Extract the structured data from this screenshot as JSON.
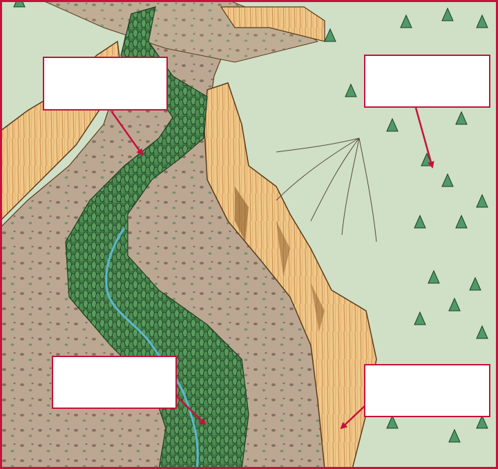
{
  "figure": {
    "subject": "canyon-illustration",
    "frame_color": "#c8103c",
    "colors": {
      "plateau": "#cfe0c6",
      "canyon_floor": "#bca892",
      "cliff": "#f0c98a",
      "cliff_shadow": "#d99a4e",
      "forest": "#3f7a45",
      "tree": "#4f9a68",
      "river": "#5bb8d4",
      "arrow": "#c8103c"
    }
  },
  "labels": [
    {
      "id": "top-left",
      "text": ""
    },
    {
      "id": "top-right",
      "text": ""
    },
    {
      "id": "bottom-left",
      "text": ""
    },
    {
      "id": "bottom-right",
      "text": ""
    }
  ]
}
